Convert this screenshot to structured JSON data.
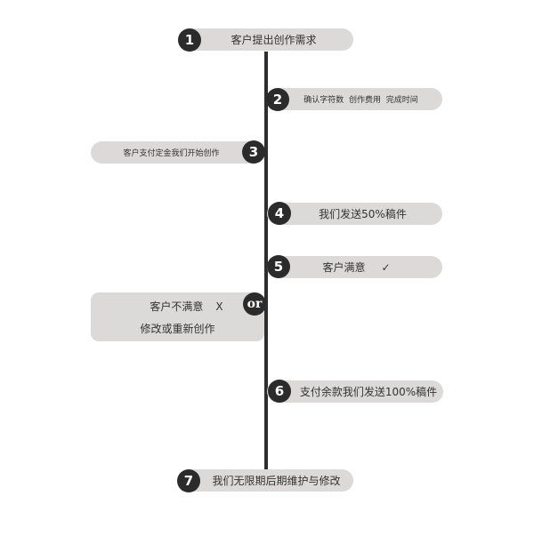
{
  "steps": [
    {
      "num": "1",
      "text": "客户提出创作需求"
    },
    {
      "num": "2",
      "text": "确认字符数  创作费用  完成时间"
    },
    {
      "num": "3",
      "text": "客户支付定金我们开始创作"
    },
    {
      "num": "4",
      "text": "我们发送50%稿件"
    },
    {
      "num": "5",
      "text": "客户满意",
      "mark": "✓"
    },
    {
      "num": "6",
      "text": "支付余款我们发送100%稿件"
    },
    {
      "num": "7",
      "text": "我们无限期后期维护与修改"
    }
  ],
  "alt": {
    "badge": "or",
    "line1": "客户不满意",
    "mark": "X",
    "line2": "修改或重新创作"
  }
}
